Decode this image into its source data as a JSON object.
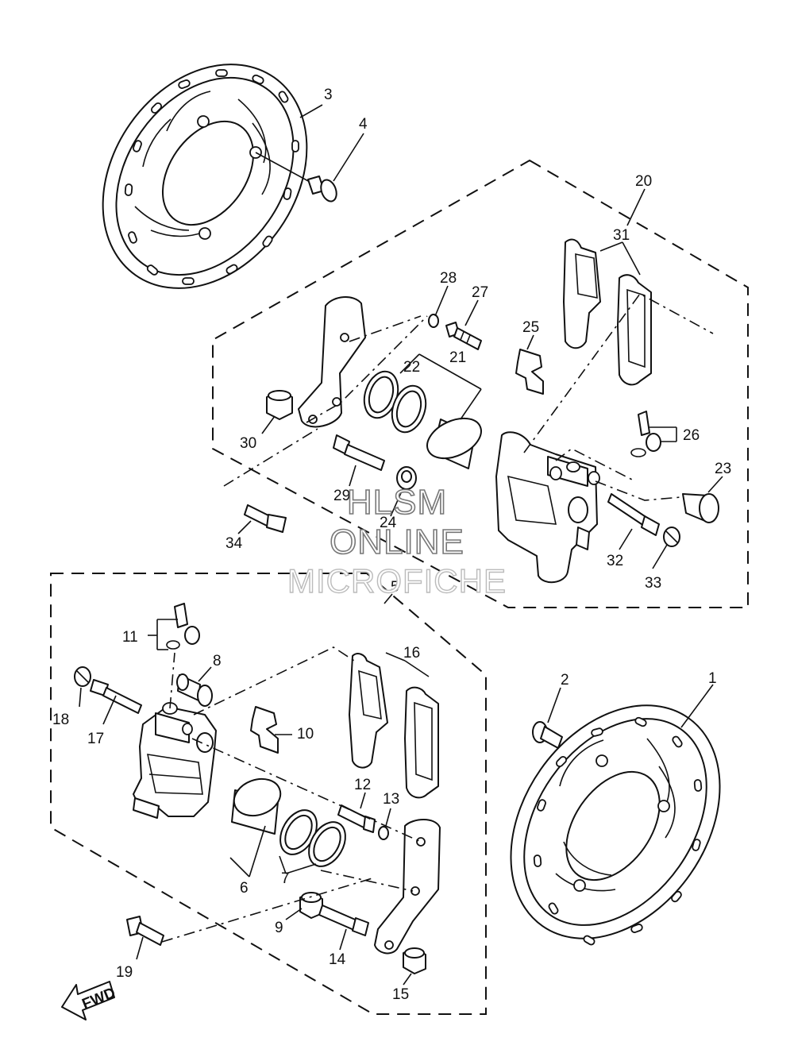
{
  "callouts": {
    "c1": "1",
    "c2": "2",
    "c3": "3",
    "c4": "4",
    "c5": "5",
    "c6": "6",
    "c7": "7",
    "c8": "8",
    "c9": "9",
    "c10": "10",
    "c11": "11",
    "c12": "12",
    "c13": "13",
    "c14": "14",
    "c15": "15",
    "c16": "16",
    "c17": "17",
    "c18": "18",
    "c19": "19",
    "c20": "20",
    "c21": "21",
    "c22": "22",
    "c23": "23",
    "c24": "24",
    "c25": "25",
    "c26": "26",
    "c27": "27",
    "c28": "28",
    "c29": "29",
    "c30": "30",
    "c31": "31",
    "c32": "32",
    "c33": "33",
    "c34": "34"
  },
  "fwd_label": "FWD",
  "watermark": {
    "line1": "HLSM",
    "line2": "ONLINE",
    "line3": "MICROFICHE"
  }
}
